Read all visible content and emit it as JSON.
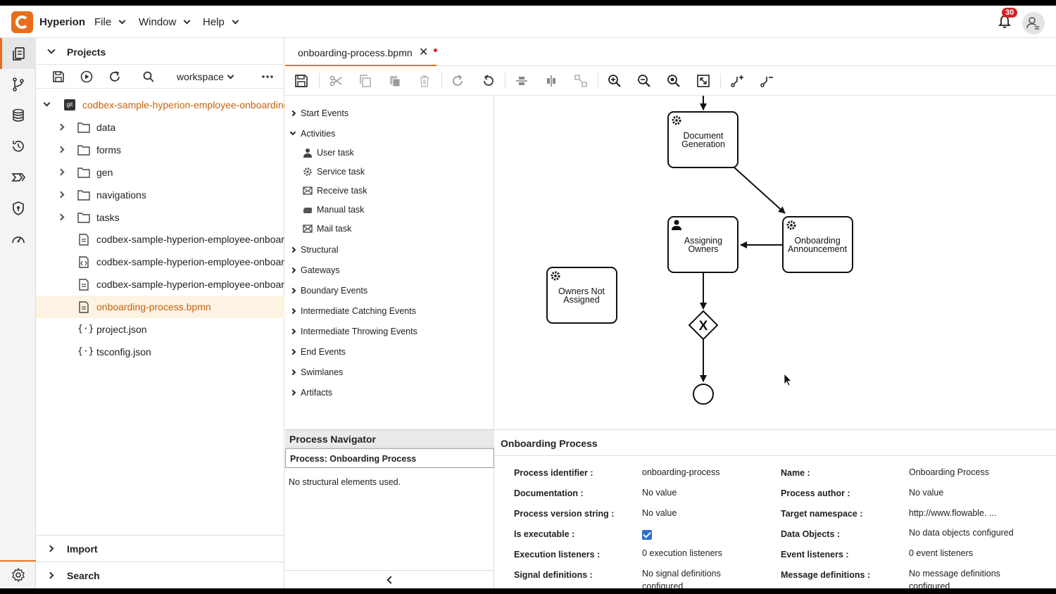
{
  "app": {
    "brand": "Hyperion",
    "menus": [
      "File",
      "Window",
      "Help"
    ],
    "notification_count": "30",
    "accent_color": "#e86e1c"
  },
  "activity_bar": {
    "icons": [
      "projects-icon",
      "git-branch-icon",
      "database-icon",
      "history-icon",
      "integrations-icon",
      "security-icon",
      "performance-icon"
    ],
    "settings_icon": "gear-icon"
  },
  "projects": {
    "title": "Projects",
    "workspace": "workspace",
    "repo": "codbex-sample-hyperion-employee-onboarding",
    "folders": [
      "data",
      "forms",
      "gen",
      "navigations",
      "tasks"
    ],
    "files": [
      "codbex-sample-hyperion-employee-onboarding",
      "codbex-sample-hyperion-employee-onboarding",
      "codbex-sample-hyperion-employee-onboarding",
      "onboarding-process.bpmn",
      "project.json",
      "tsconfig.json"
    ],
    "bottom_sections": [
      "Import",
      "Search"
    ]
  },
  "editor": {
    "tab_label": "onboarding-process.bpmn"
  },
  "palette": {
    "groups": [
      "Start Events",
      "Activities",
      "Structural",
      "Gateways",
      "Boundary Events",
      "Intermediate Catching Events",
      "Intermediate Throwing Events",
      "End Events",
      "Swimlanes",
      "Artifacts"
    ],
    "activities": [
      "User task",
      "Service task",
      "Receive task",
      "Manual task",
      "Mail task"
    ]
  },
  "diagram": {
    "tasks": {
      "document_generation": [
        "Document",
        "Generation"
      ],
      "assigning_owners": [
        "Assigning",
        "Owners"
      ],
      "onboarding_announcement": [
        "Onboarding",
        "Announcement"
      ],
      "owners_not_assigned": [
        "Owners Not",
        "Assigned"
      ]
    },
    "gateway_symbol": "X"
  },
  "navigator": {
    "title": "Process Navigator",
    "process": "Process: Onboarding Process",
    "empty": "No structural elements used."
  },
  "properties": {
    "title": "Onboarding Process",
    "left": [
      {
        "key": "Process identifier :",
        "value": "onboarding-process"
      },
      {
        "key": "Documentation :",
        "value": "No value"
      },
      {
        "key": "Process version string :",
        "value": "No value"
      },
      {
        "key": "Is executable :",
        "value": ""
      },
      {
        "key": "Execution listeners :",
        "value": "0 execution listeners"
      },
      {
        "key": "Signal definitions :",
        "value": "No signal definitions configured"
      }
    ],
    "right": [
      {
        "key": "Name :",
        "value": "Onboarding Process"
      },
      {
        "key": "Process author :",
        "value": "No value"
      },
      {
        "key": "Target namespace :",
        "value": "http://www.flowable. ..."
      },
      {
        "key": "Data Objects :",
        "value": "No data objects configured"
      },
      {
        "key": "Event listeners :",
        "value": "0 event listeners"
      },
      {
        "key": "Message definitions :",
        "value": "No message definitions configured"
      }
    ],
    "is_executable": true
  }
}
